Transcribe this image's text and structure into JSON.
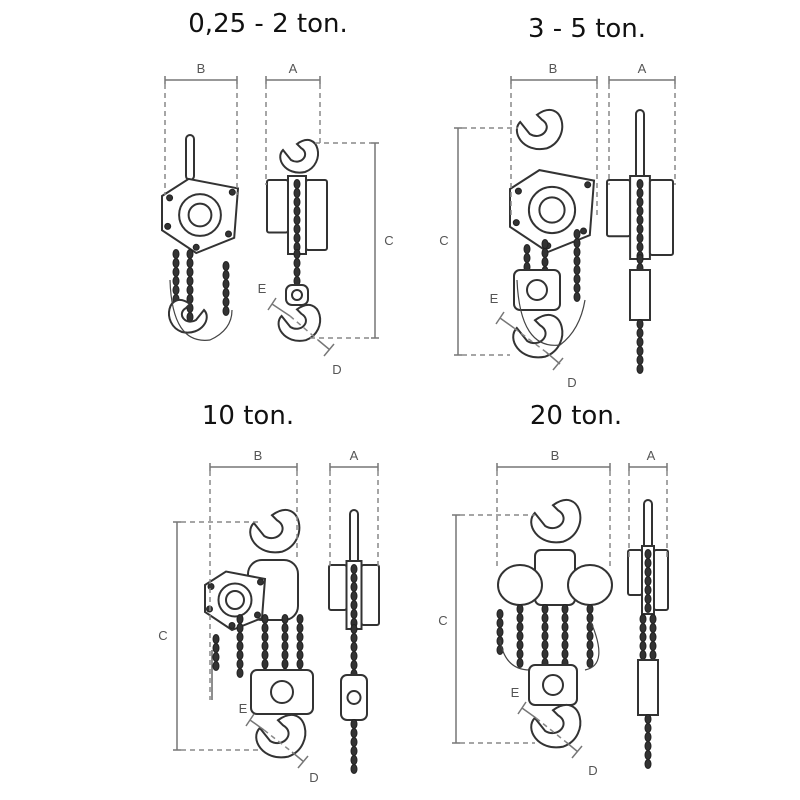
{
  "panels": [
    {
      "title": "0,25 - 2 ton.",
      "labels": {
        "A": "A",
        "B": "B",
        "C": "C",
        "D": "D",
        "E": "E"
      }
    },
    {
      "title": "3 - 5 ton.",
      "labels": {
        "A": "A",
        "B": "B",
        "C": "C",
        "D": "D",
        "E": "E"
      }
    },
    {
      "title": "10 ton.",
      "labels": {
        "A": "A",
        "B": "B",
        "C": "C",
        "D": "D",
        "E": "E"
      }
    },
    {
      "title": "20 ton.",
      "labels": {
        "A": "A",
        "B": "B",
        "C": "C",
        "D": "D",
        "E": "E"
      }
    }
  ],
  "colors": {
    "line": "#333333",
    "dimension": "#777777"
  }
}
